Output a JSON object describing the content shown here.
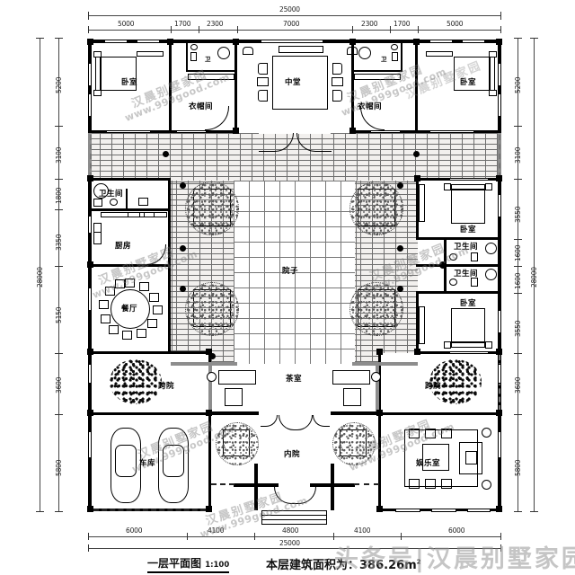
{
  "drawing": {
    "title": "一层平面图",
    "scale": "1:100",
    "area_text": "本层建筑面积为：386.26m",
    "area_unit": "2",
    "overall_width": "25000",
    "overall_height": "28000"
  },
  "dimensions": {
    "top": [
      "5000",
      "1700",
      "2300",
      "7000",
      "2300",
      "1700",
      "5000"
    ],
    "bottom": [
      "6000",
      "4100",
      "4800",
      "4100",
      "6000"
    ],
    "left": [
      "5200",
      "3100",
      "1800",
      "3350",
      "5150",
      "3600",
      "5800"
    ],
    "right": [
      "5200",
      "3100",
      "3550",
      "1600",
      "1600",
      "3550",
      "3600",
      "5800"
    ],
    "total_top": "25000",
    "total_bottom": "25000",
    "total_left": "28000",
    "total_right": "28000"
  },
  "rooms": [
    {
      "key": "bedroom_nw",
      "label": "卧室"
    },
    {
      "key": "cloakroom_nw",
      "label": "衣帽间"
    },
    {
      "key": "wc_nw",
      "label": "卫"
    },
    {
      "key": "hall_center",
      "label": "中堂"
    },
    {
      "key": "wc_ne",
      "label": "卫"
    },
    {
      "key": "cloakroom_ne",
      "label": "衣帽间"
    },
    {
      "key": "bedroom_ne",
      "label": "卧室"
    },
    {
      "key": "bath_w",
      "label": "卫生间"
    },
    {
      "key": "kitchen",
      "label": "厨房"
    },
    {
      "key": "dining",
      "label": "餐厅"
    },
    {
      "key": "courtyard",
      "label": "院子"
    },
    {
      "key": "bedroom_e1",
      "label": "卧室"
    },
    {
      "key": "bath_e1",
      "label": "卫生间"
    },
    {
      "key": "bath_e2",
      "label": "卫生间"
    },
    {
      "key": "bedroom_e2",
      "label": "卧室"
    },
    {
      "key": "sideyard_w",
      "label": "跨院"
    },
    {
      "key": "tearoom",
      "label": "茶室"
    },
    {
      "key": "sideyard_e",
      "label": "跨院"
    },
    {
      "key": "garage",
      "label": "车库"
    },
    {
      "key": "innercourt",
      "label": "内院"
    },
    {
      "key": "gameroom",
      "label": "娱乐室"
    }
  ],
  "watermarks": {
    "brand": "汉晨别墅家园",
    "url": "www.999good.com",
    "footer": "头条号|汉晨别墅家园"
  },
  "colors": {
    "wall": "#000000",
    "wall_secondary": "#8d8d8d",
    "paving": "#f2f0ee",
    "dimension": "#333333",
    "watermark": "#9a9a9a"
  }
}
